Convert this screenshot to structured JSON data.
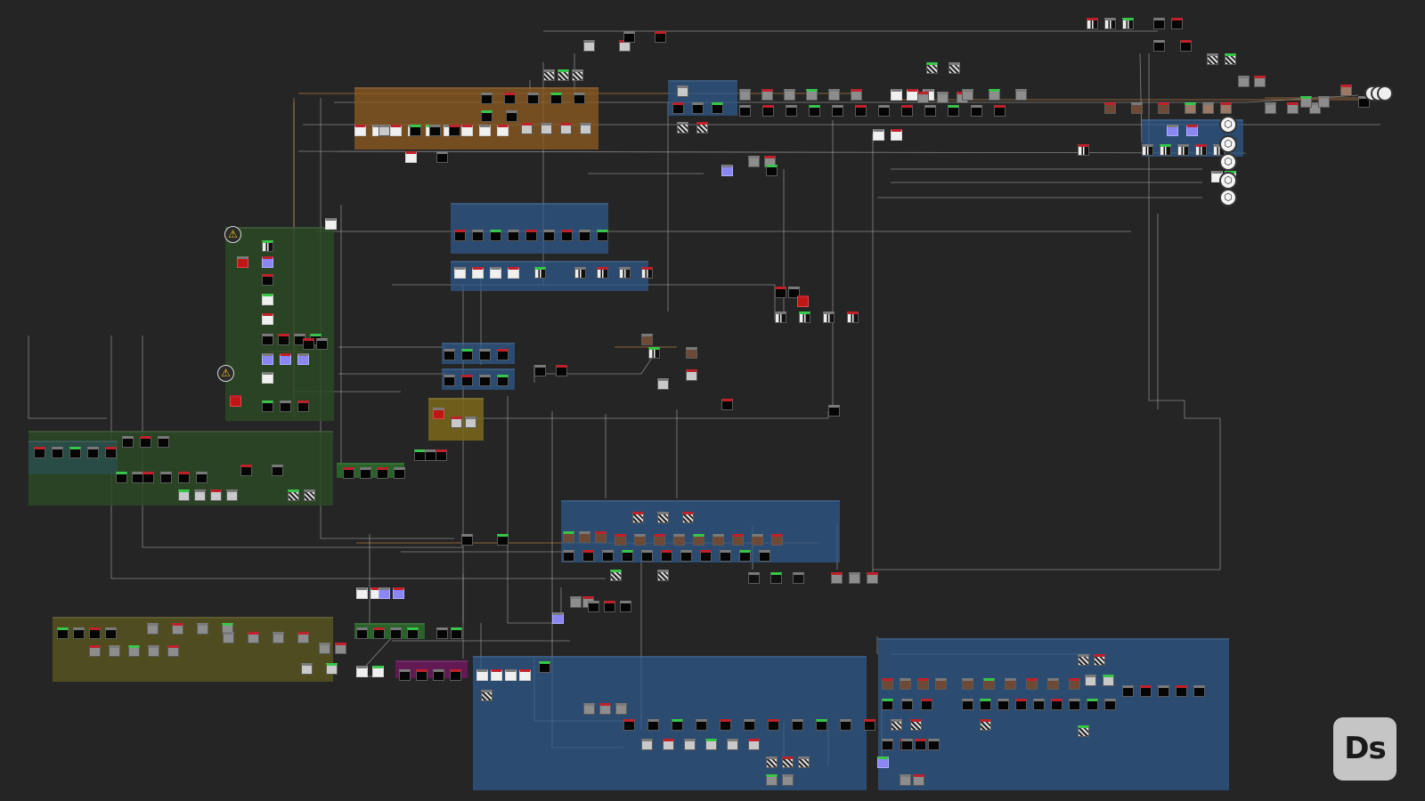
{
  "app": {
    "badge_text": "Ds"
  },
  "colors": {
    "canvas": "#252525",
    "link_default": "#a6a6a6",
    "link_orange": "#d9954a",
    "frame_blue": "#2c5a8f",
    "frame_orange": "#8a5a1f",
    "frame_green": "#2c4a26",
    "frame_olive": "#57551f",
    "frame_yellow": "#7a6a1a",
    "frame_teal": "#2a4e4a",
    "frame_magenta": "#6a1a5a",
    "frame_bright_green": "#2a6a2a",
    "warning_yellow": "#f6c219",
    "badge_bg": "#c5c5c5"
  },
  "frames": [
    {
      "id": "f-orange-top",
      "color": "frame_orange",
      "label": ""
    },
    {
      "id": "f-blue-top-small",
      "color": "frame_blue",
      "label": ""
    },
    {
      "id": "f-blue-1",
      "color": "frame_blue",
      "label": ""
    },
    {
      "id": "f-blue-2",
      "color": "frame_blue",
      "label": ""
    },
    {
      "id": "f-green-left",
      "color": "frame_green",
      "label": ""
    },
    {
      "id": "f-blue-mid-1",
      "color": "frame_blue",
      "label": ""
    },
    {
      "id": "f-blue-mid-2",
      "color": "frame_blue",
      "label": ""
    },
    {
      "id": "f-yellow-small",
      "color": "frame_yellow",
      "label": ""
    },
    {
      "id": "f-green-lower",
      "color": "frame_green",
      "label": ""
    },
    {
      "id": "f-teal",
      "color": "frame_teal",
      "label": ""
    },
    {
      "id": "f-bright-green-1",
      "color": "frame_bright_green",
      "label": ""
    },
    {
      "id": "f-blue-center",
      "color": "frame_blue",
      "label": ""
    },
    {
      "id": "f-olive-bottom",
      "color": "frame_olive",
      "label": ""
    },
    {
      "id": "f-bright-green-2",
      "color": "frame_bright_green",
      "label": ""
    },
    {
      "id": "f-magenta",
      "color": "frame_magenta",
      "label": ""
    },
    {
      "id": "f-blue-bottom-left",
      "color": "frame_blue",
      "label": ""
    },
    {
      "id": "f-blue-bottom-right",
      "color": "frame_blue",
      "label": ""
    },
    {
      "id": "f-blue-top-right",
      "color": "frame_blue",
      "label": ""
    }
  ],
  "warnings": [
    {
      "icon": "warning-icon",
      "glyph": "⚠"
    },
    {
      "icon": "warning-icon",
      "glyph": "⚠"
    }
  ],
  "outputs": [
    {
      "icon": "output-cube-icon",
      "glyph": "⬡"
    },
    {
      "icon": "output-cube-icon",
      "glyph": "⬡"
    },
    {
      "icon": "output-cube-icon",
      "glyph": "⬡"
    },
    {
      "icon": "output-cube-icon",
      "glyph": "⬡"
    },
    {
      "icon": "output-cube-icon",
      "glyph": "⬡"
    }
  ]
}
